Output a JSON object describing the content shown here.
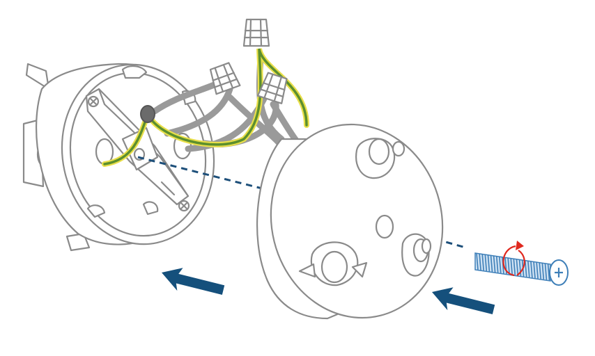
{
  "diagram": {
    "colors": {
      "outline": "#8a8a8a",
      "wire_gray": "#9a9a9a",
      "wire_green": "#5c8f2e",
      "wire_yellow": "#e9df4a",
      "dashed_axis": "#1d4f7a",
      "arrow": "#15507c",
      "screw_body": "#3e7fb8",
      "rotation": "#e0281e"
    },
    "components": {
      "junction_box": "junction-box",
      "mounting_strap": "mounting-strap",
      "wire_nuts": [
        "wire-nut",
        "wire-nut",
        "wire-nut"
      ],
      "fixture_canopy": "fixture-canopy",
      "screw": "phillips-mounting-screw"
    },
    "arrows": [
      {
        "direction": "left"
      },
      {
        "direction": "left"
      }
    ],
    "rotation_indicator": {
      "direction": "clockwise"
    }
  }
}
